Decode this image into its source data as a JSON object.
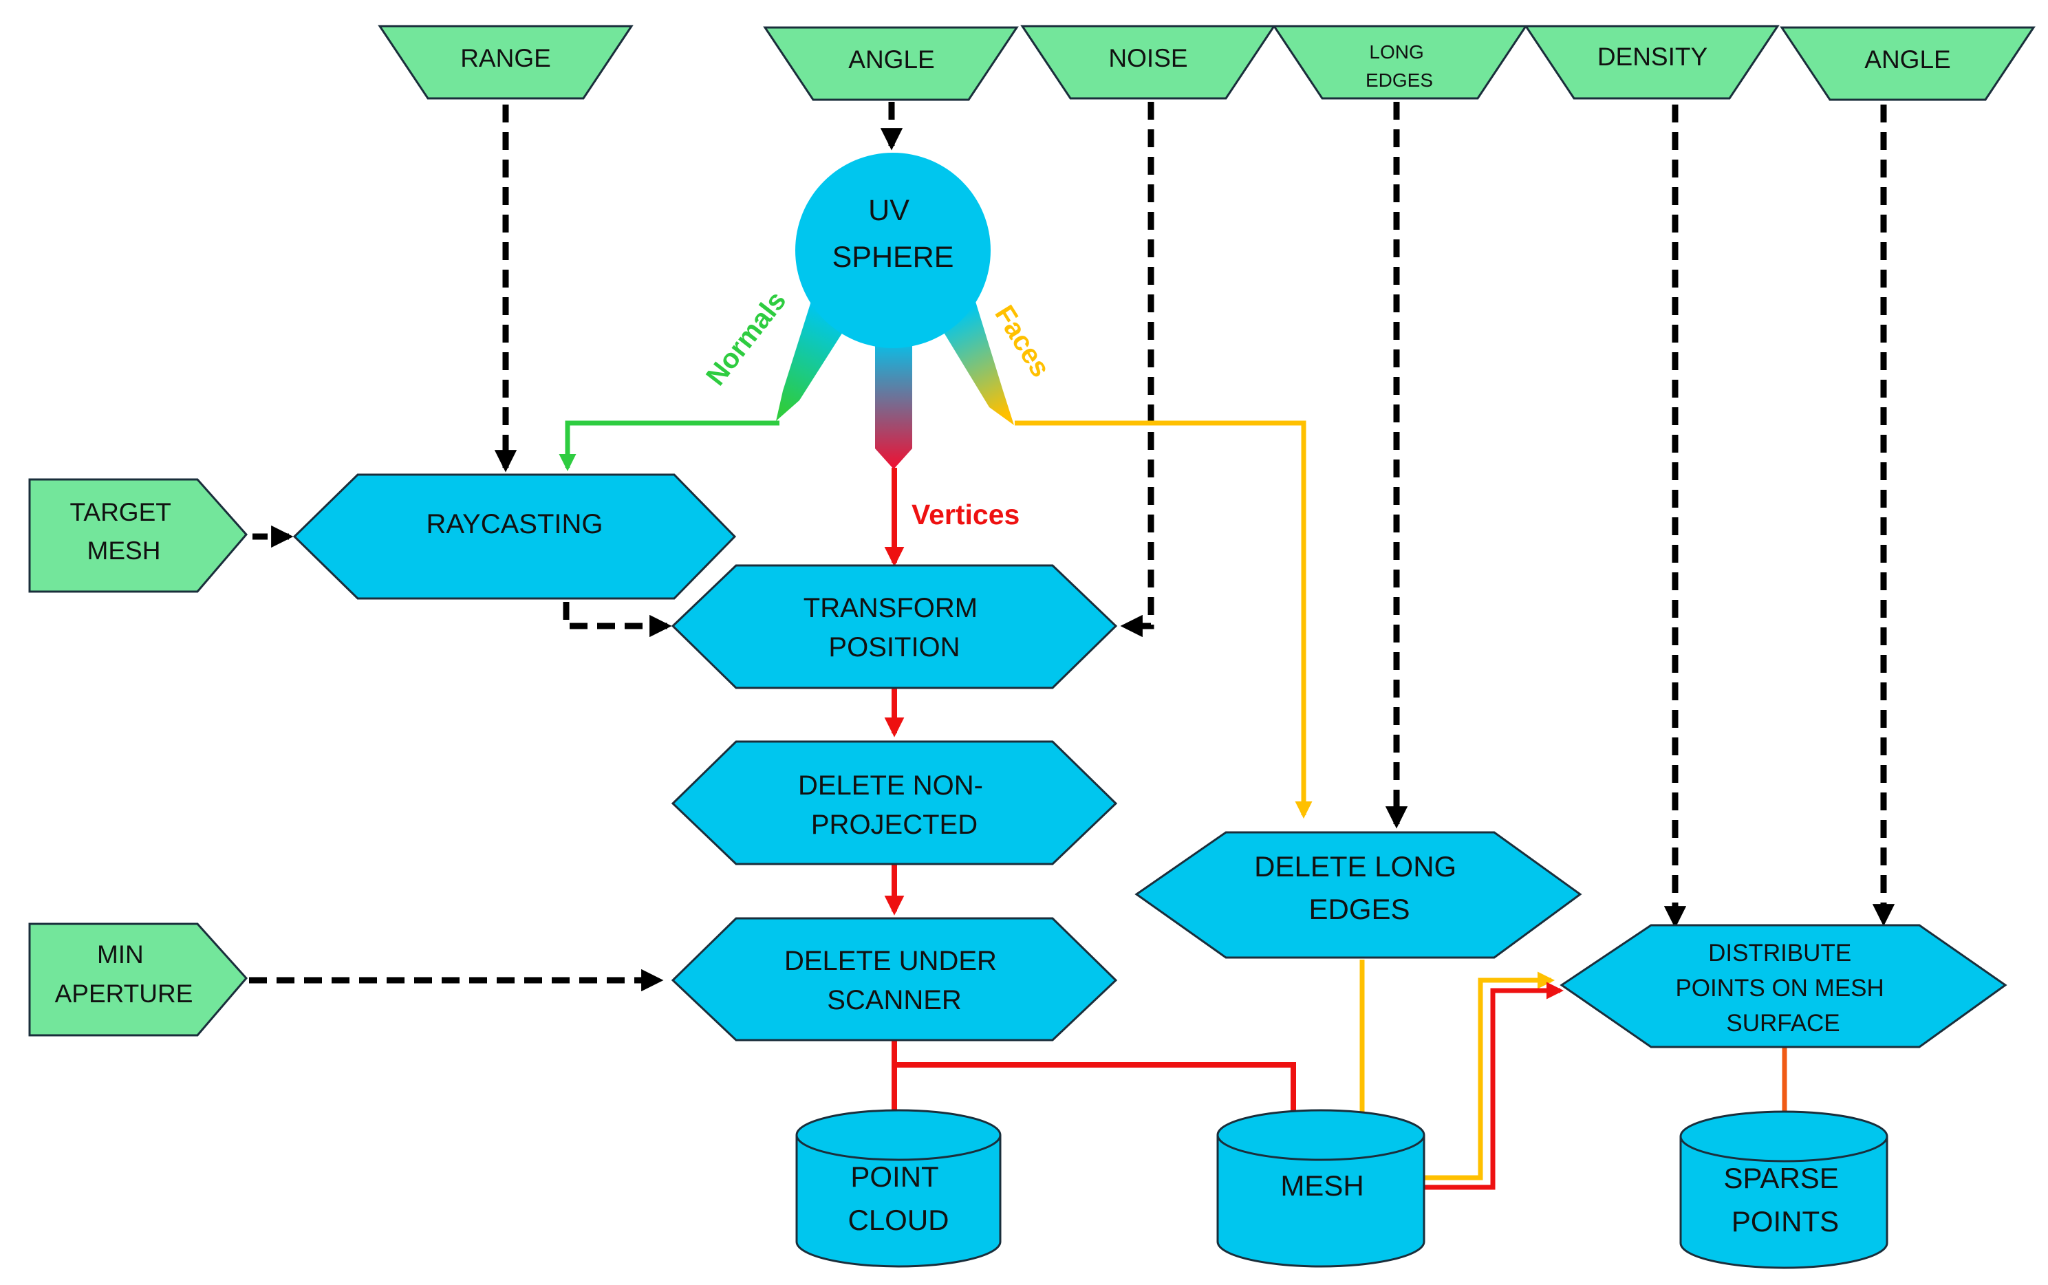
{
  "inputs": {
    "range": "RANGE",
    "angle_sphere": "ANGLE",
    "noise": "NOISE",
    "long_edges": [
      "LONG",
      "EDGES"
    ],
    "density": "DENSITY",
    "angle_distribute": "ANGLE",
    "target_mesh": [
      "TARGET",
      "MESH"
    ],
    "min_aperture": [
      "MIN",
      "APERTURE"
    ]
  },
  "sphere": [
    "UV",
    "SPHERE"
  ],
  "branches": {
    "normals": "Normals",
    "faces": "Faces",
    "vertices": "Vertices"
  },
  "processes": {
    "raycasting": [
      "RAYCASTING"
    ],
    "transform_position": [
      "TRANSFORM",
      "POSITION"
    ],
    "delete_non_projected": [
      "DELETE NON-",
      "PROJECTED"
    ],
    "delete_under_scanner": [
      "DELETE UNDER",
      "SCANNER"
    ],
    "delete_long_edges": [
      "DELETE LONG",
      "EDGES"
    ],
    "distribute_points": [
      "DISTRIBUTE",
      "POINTS ON MESH",
      "SURFACE"
    ]
  },
  "outputs": {
    "point_cloud": [
      "POINT",
      "CLOUD"
    ],
    "mesh": [
      "MESH"
    ],
    "sparse_points": [
      "SPARSE",
      "POINTS"
    ]
  },
  "colors": {
    "input_fill": "#73e69b",
    "process_fill": "#00c6ee",
    "outline": "#1a2e3b",
    "normals": "#2ecc40",
    "faces": "#ffc000",
    "vertices": "#ee1111",
    "control": "#000000",
    "orange_flow": "#f05a14"
  }
}
